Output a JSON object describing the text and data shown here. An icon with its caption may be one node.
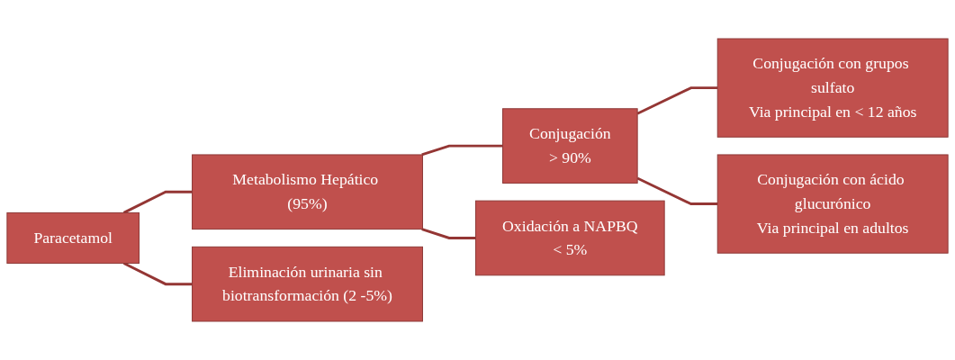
{
  "diagram": {
    "nodes": [
      {
        "text": [
          "Paracetamol"
        ]
      },
      {
        "text": [
          "Metabolismo Hepático (95%)"
        ]
      },
      {
        "text": [
          "Eliminación urinaria sin biotransformación (2 -5%)"
        ]
      },
      {
        "text": [
          "Conjugación",
          "> 90%"
        ]
      },
      {
        "text": [
          "Oxidación a NAPBQ",
          "< 5%"
        ]
      },
      {
        "text": [
          "Conjugación con grupos sulfato",
          "Via principal en < 12 años"
        ]
      },
      {
        "text": [
          "Conjugación con ácido glucurónico",
          "Via principal en adultos"
        ]
      }
    ],
    "edges": [
      {
        "from": 0,
        "to": 1,
        "arrow": "none"
      },
      {
        "from": 0,
        "to": 2,
        "arrow": "none"
      },
      {
        "from": 1,
        "to": 3,
        "arrow": "none"
      },
      {
        "from": 1,
        "to": 4,
        "arrow": "none"
      },
      {
        "from": 3,
        "to": 5,
        "arrow": "none"
      },
      {
        "from": 3,
        "to": 6,
        "arrow": "none"
      }
    ]
  }
}
